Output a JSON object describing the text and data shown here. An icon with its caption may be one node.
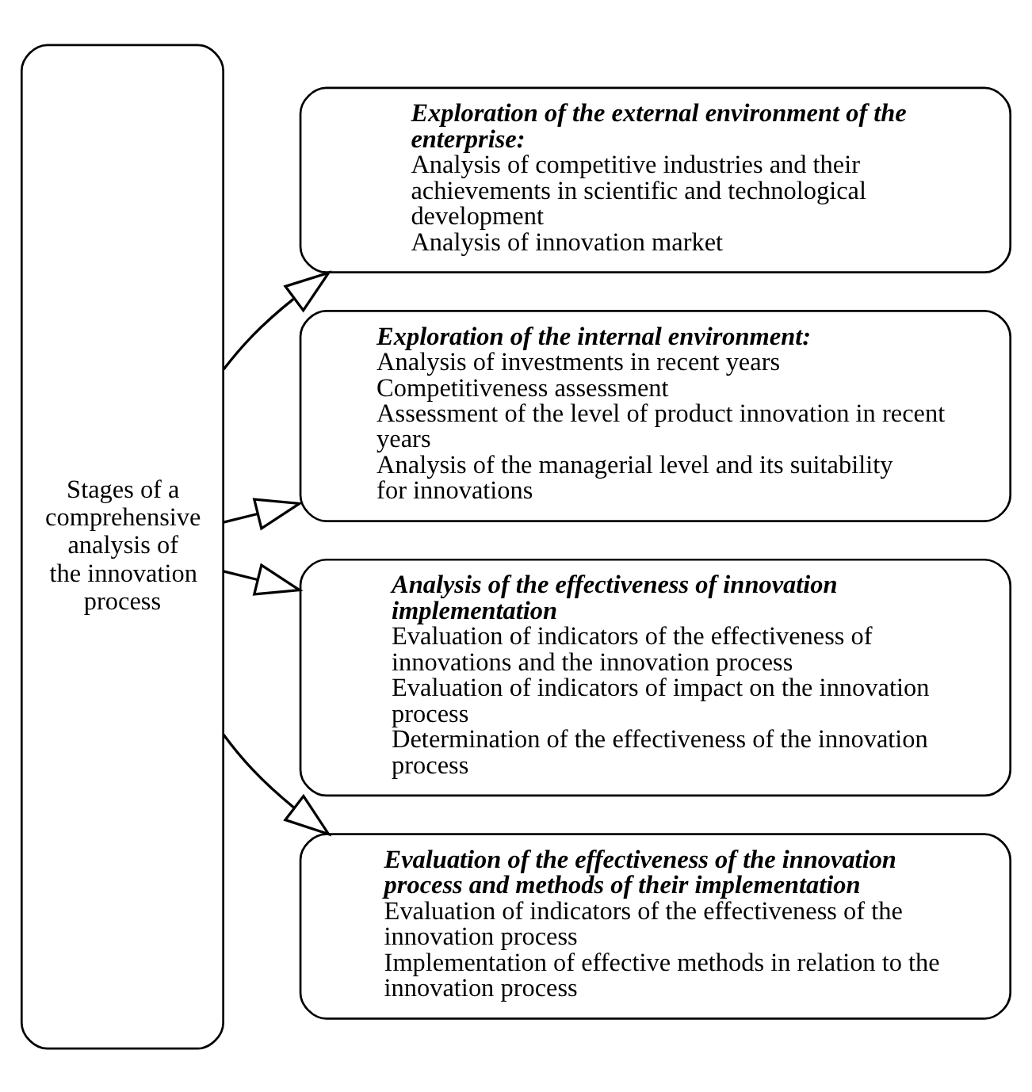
{
  "diagram": {
    "nodes": [
      {
        "text": [
          "Stages of a comprehensive analysis of the innovation process"
        ]
      },
      {
        "text": [
          "Exploration of the external environment of the enterprise:",
          "Analysis of competitive industries and their achievements in scientific and technological development",
          "Analysis of innovation market"
        ]
      },
      {
        "text": [
          "Exploration of the internal environment:",
          "Analysis of investments in recent years",
          "Competitiveness assessment",
          "Assessment of the level of product innovation in recent years",
          "Analysis of the managerial level and its suitability for innovations"
        ]
      },
      {
        "text": [
          "Analysis of the effectiveness of innovation implementation",
          "Evaluation of indicators of the effectiveness of innovations and the innovation process",
          "Evaluation of indicators of impact on the innovation process",
          "Determination of the effectiveness of the innovation process"
        ]
      },
      {
        "text": [
          "Evaluation of the effectiveness of the innovation process and methods of their implementation",
          "Evaluation of indicators of the effectiveness of the innovation process",
          "Implementation of effective methods in relation to the innovation process"
        ]
      }
    ],
    "edges": [
      {
        "from": 0,
        "to": 1,
        "arrow": "to"
      },
      {
        "from": 0,
        "to": 2,
        "arrow": "to"
      },
      {
        "from": 0,
        "to": 3,
        "arrow": "to"
      },
      {
        "from": 0,
        "to": 4,
        "arrow": "to"
      }
    ]
  }
}
